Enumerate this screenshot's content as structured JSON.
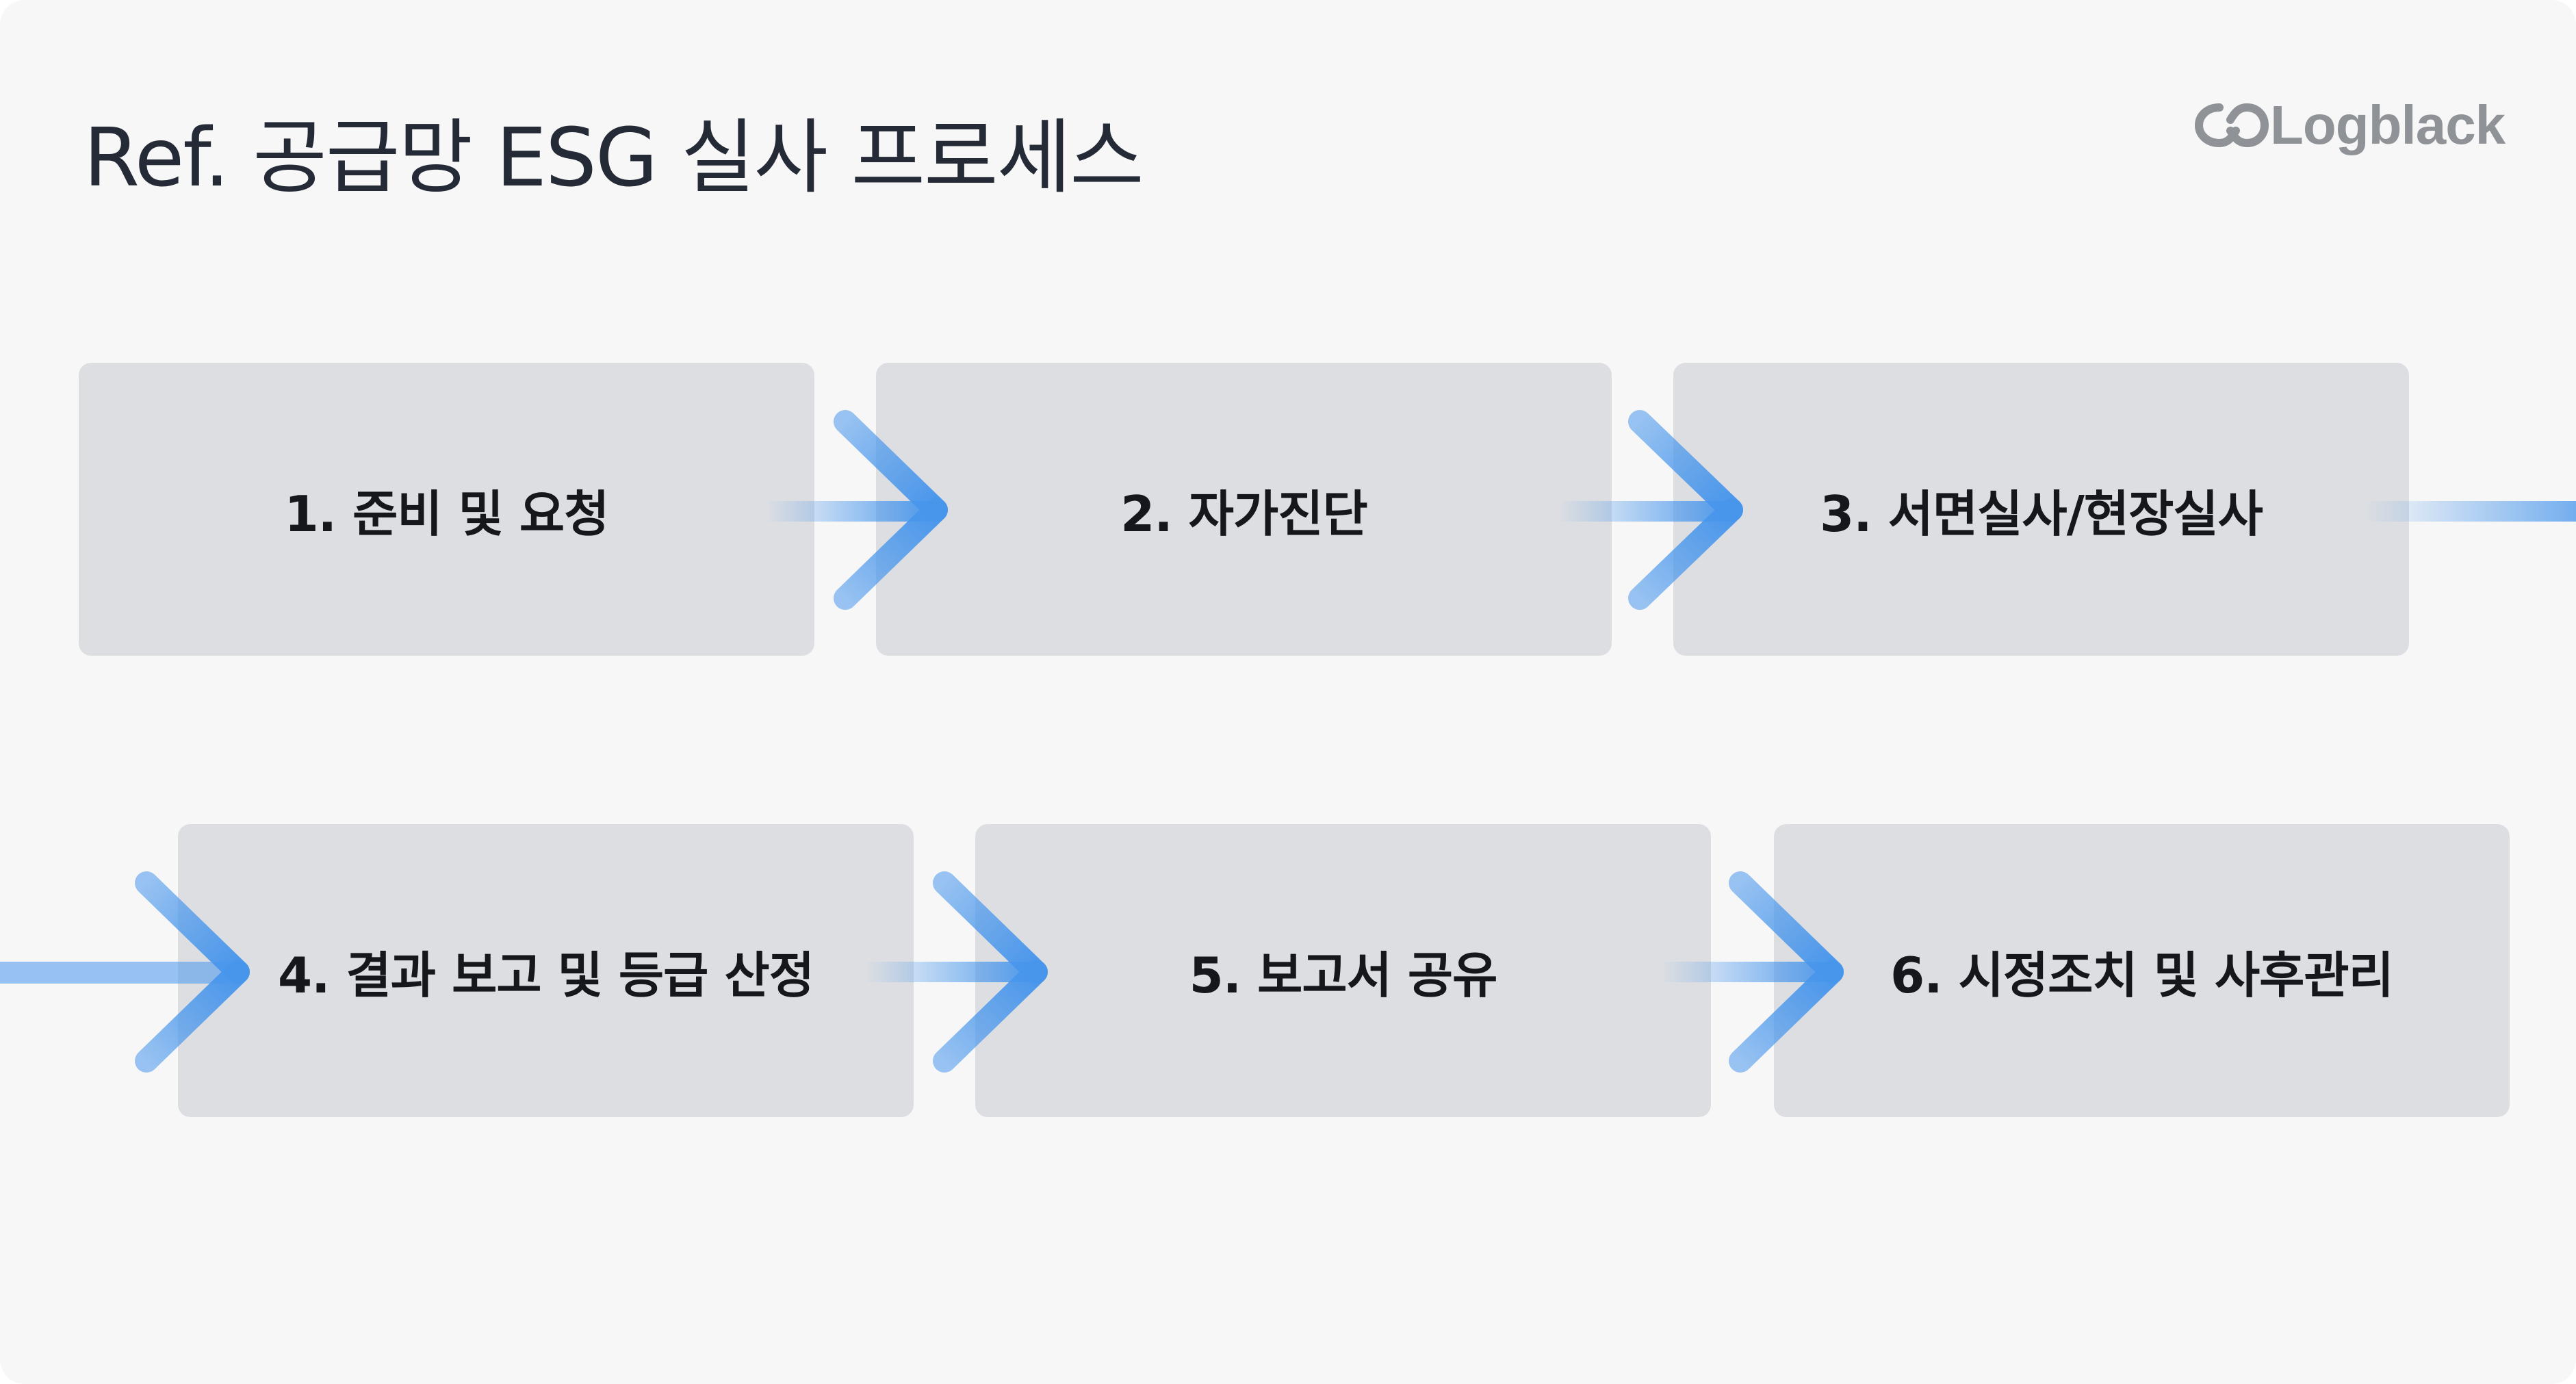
{
  "header": {
    "title": "Ref. 공급망 ESG 실사 프로세스",
    "logo_text": "Logblack"
  },
  "steps": [
    {
      "label": "1. 준비 및 요청"
    },
    {
      "label": "2. 자가진단"
    },
    {
      "label": "3. 서면실사/현장실사"
    },
    {
      "label": "4. 결과 보고 및 등급 산정"
    },
    {
      "label": "5. 보고서 공유"
    },
    {
      "label": "6. 시정조치 및 사후관리"
    }
  ],
  "colors": {
    "background": "#f7f7f7",
    "box": "#dcdee2",
    "title_text": "#252a37",
    "step_text": "#15171c",
    "arrow": "#4896ec",
    "logo": "#8f9296"
  }
}
